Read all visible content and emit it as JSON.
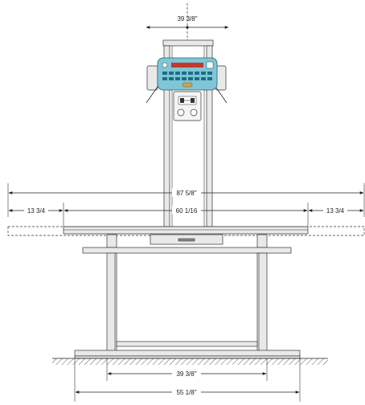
{
  "dimensions": {
    "top_width": "39 3/8\"",
    "overall_width": "87 5/8\"",
    "left_extension": "13 3/4",
    "table_width": "60 1/16",
    "right_extension": "13 3/4",
    "leg_span": "39 3/8\"",
    "base_width": "55 1/8\""
  },
  "colors": {
    "console_body": "#7fc6d6",
    "console_screen": "#c23a2a",
    "console_keys": "#1d6e86"
  }
}
